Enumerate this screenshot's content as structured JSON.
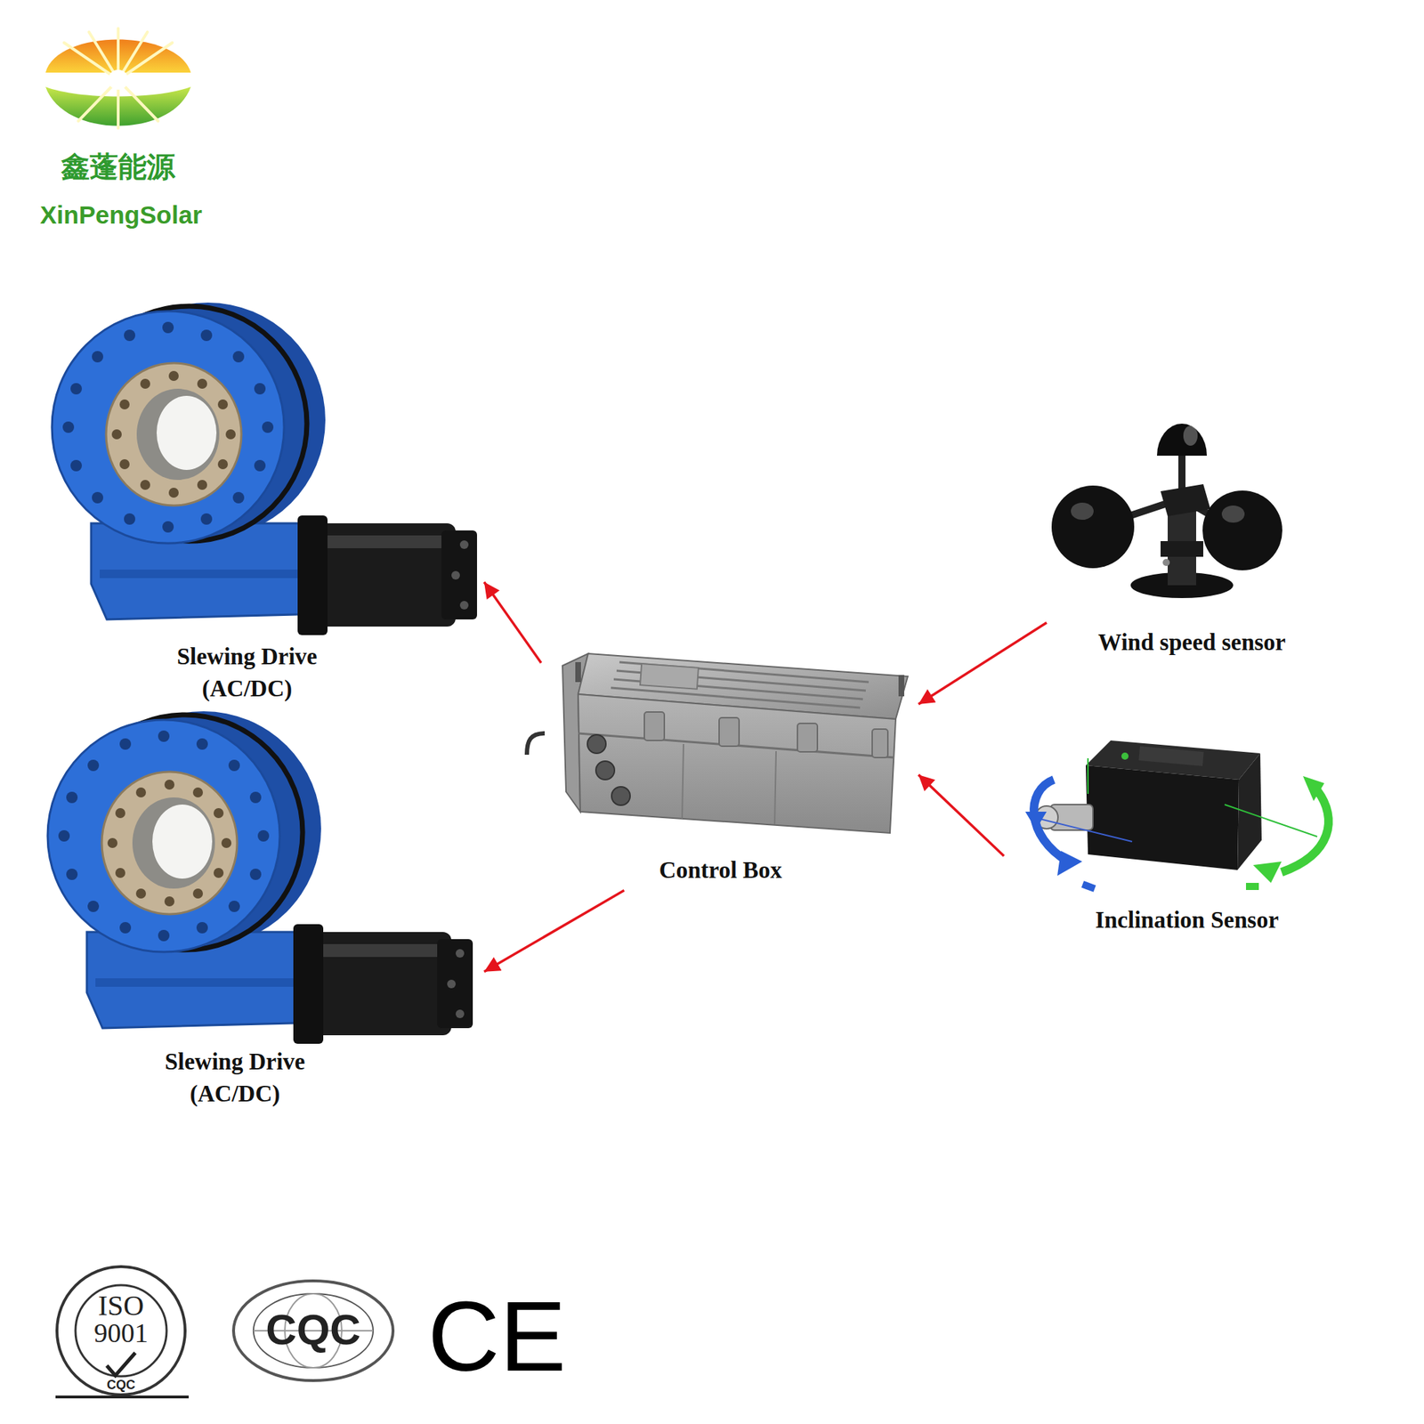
{
  "diagram": {
    "nodes": [
      {
        "text": [
          "Slewing Drive (AC/DC)"
        ]
      },
      {
        "text": [
          "Slewing Drive (AC/DC)"
        ]
      },
      {
        "text": [
          "Control Box"
        ]
      },
      {
        "text": [
          "Wind speed sensor"
        ]
      },
      {
        "text": [
          "Inclination Sensor"
        ]
      }
    ],
    "edges": [
      {
        "from": 2,
        "to": 0,
        "arrow": "to"
      },
      {
        "from": 2,
        "to": 1,
        "arrow": "to"
      },
      {
        "from": 3,
        "to": 2,
        "arrow": "to"
      },
      {
        "from": 4,
        "to": 2,
        "arrow": "to"
      }
    ],
    "labels": [
      "鑫蓬能源",
      "XinPengSolar",
      "ISO",
      "9001",
      "CQC",
      "CQC",
      "CE"
    ]
  }
}
